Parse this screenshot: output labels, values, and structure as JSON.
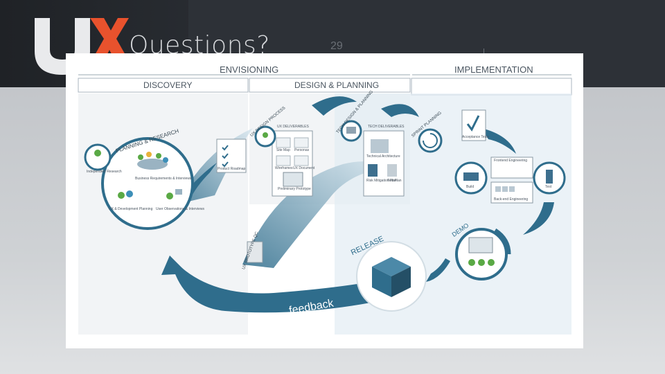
{
  "slide": {
    "title": "Questions?",
    "page_number": "29"
  },
  "colors": {
    "dark_band": "#2b2f35",
    "light_band": "#cfd2d5",
    "logo_white": "#e9eaec",
    "logo_accent": "#e8522d",
    "arrow_blue": "#2f6d8c",
    "arrow_light": "#8fb8cc",
    "panel_tint": "#e3edf3"
  },
  "diagram": {
    "phases": {
      "envisioning": "ENVISIONING",
      "implementation": "IMPLEMENTATION",
      "discovery": "DISCOVERY",
      "design_planning": "DESIGN & PLANNING"
    },
    "arcs": {
      "planning_research": "PLANNING & RESEARCH",
      "ux_design_process": "UX DESIGN PROCESS",
      "tech_design_planning": "TECH DESIGN & PLANNING",
      "sprint_planning": "SPRINT PLANNING",
      "ux_prototype_qc": "UX PROTOTYPE QC",
      "release": "RELEASE",
      "demo": "DEMO",
      "feedback": "feedback"
    },
    "discovery_items": {
      "independent_research": "Independent Research",
      "business_requirements": "Business Requirements & Interviews",
      "ux_development_planning": "UX & Development Planning",
      "user_observations": "User Observations & Interviews"
    },
    "product_roadmap": "Product Roadmap",
    "ux_deliverables": {
      "title": "UX DELIVERABLES",
      "site_map": "Site Map",
      "personas": "Personas",
      "wireframes": "Wireframes",
      "ux_document": "UX Document",
      "preliminary_prototype": "Preliminary Prototype"
    },
    "tech_deliverables": {
      "title": "TECH DELIVERABLES",
      "technical_architecture": "Technical Architecture",
      "risk_mitigation": "Risk Mitigation Plan",
      "test_plan": "Test Plan"
    },
    "implementation_items": {
      "acceptance_tests": "Acceptance Tests",
      "frontend_engineering": "Frontend Engineering",
      "build": "Build",
      "test": "Test",
      "backend_engineering": "Back-end Engineering"
    }
  }
}
